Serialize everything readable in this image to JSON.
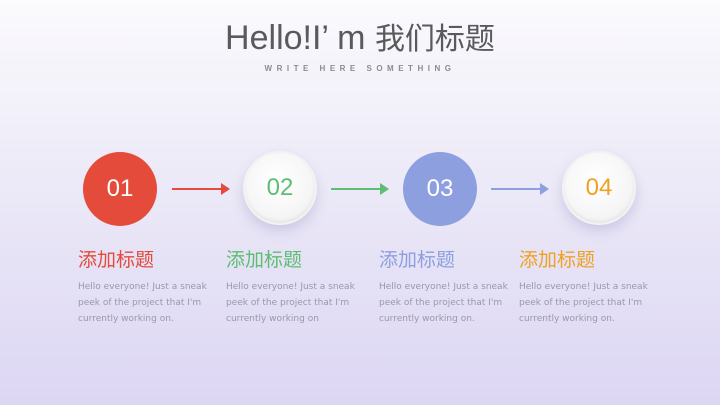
{
  "header": {
    "title_en": "Hello!I’  m ",
    "title_cn": "我们标题",
    "subtitle": "WRITE HERE SOMETHING"
  },
  "colors": {
    "red": "#e44b3b",
    "green": "#5dbd72",
    "blue": "#8e9fe0",
    "orange": "#f0a023"
  },
  "steps": [
    {
      "number": "01",
      "style": "filled",
      "color": "#e44b3b",
      "heading": "添加标题",
      "body": "Hello everyone! Just a sneak peek of the project that I'm currently working on."
    },
    {
      "number": "02",
      "style": "white",
      "color": "#5dbd72",
      "heading": "添加标题",
      "body": "Hello everyone! Just a sneak peek of the project that I'm currently working on"
    },
    {
      "number": "03",
      "style": "filled",
      "color": "#8e9fe0",
      "heading": "添加标题",
      "body": "Hello everyone! Just a sneak peek of the project that I'm currently working on."
    },
    {
      "number": "04",
      "style": "white",
      "color": "#f0a023",
      "heading": "添加标题",
      "body": "Hello everyone! Just a sneak peek of the project that I'm currently working on."
    }
  ],
  "arrows": [
    {
      "color": "#e44b3b"
    },
    {
      "color": "#5dbd72"
    },
    {
      "color": "#8e9fe0"
    }
  ]
}
